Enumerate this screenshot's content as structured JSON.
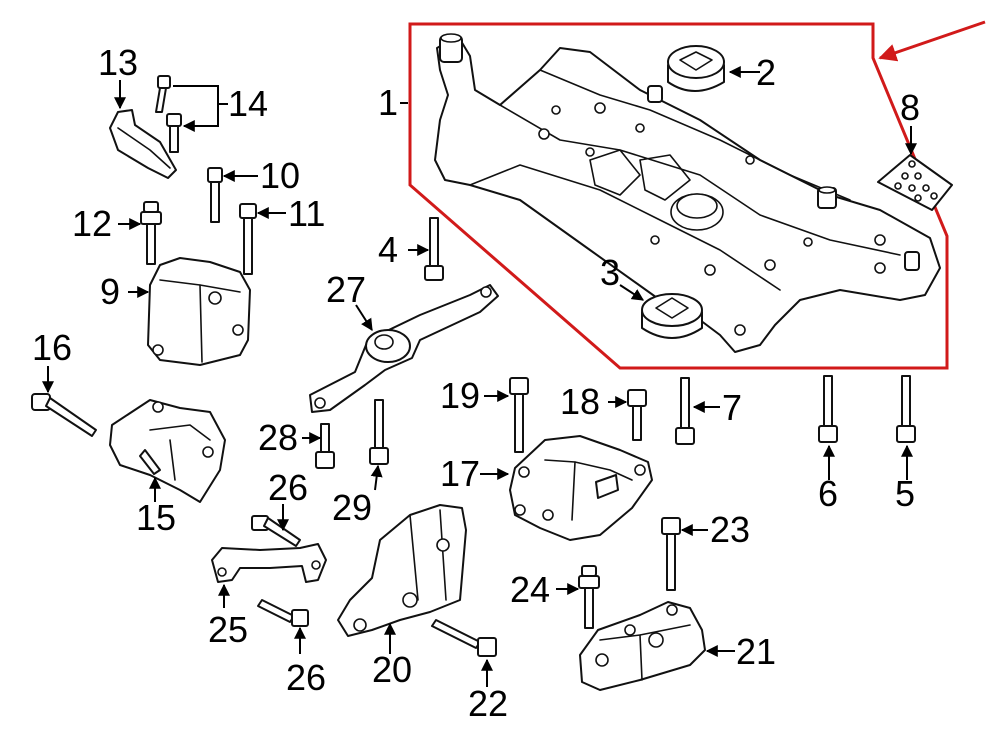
{
  "diagram": {
    "highlight_color": "#d11a1a",
    "ink_color": "#111111",
    "labels": {
      "1": "1",
      "2": "2",
      "3": "3",
      "4": "4",
      "5": "5",
      "6": "6",
      "7": "7",
      "8": "8",
      "9": "9",
      "10": "10",
      "11": "11",
      "12": "12",
      "13": "13",
      "14": "14",
      "15": "15",
      "16": "16",
      "17": "17",
      "18": "18",
      "19": "19",
      "20": "20",
      "21": "21",
      "22": "22",
      "23": "23",
      "24": "24",
      "25": "25",
      "26a": "26",
      "26b": "26",
      "27": "27",
      "28": "28",
      "29": "29"
    }
  }
}
